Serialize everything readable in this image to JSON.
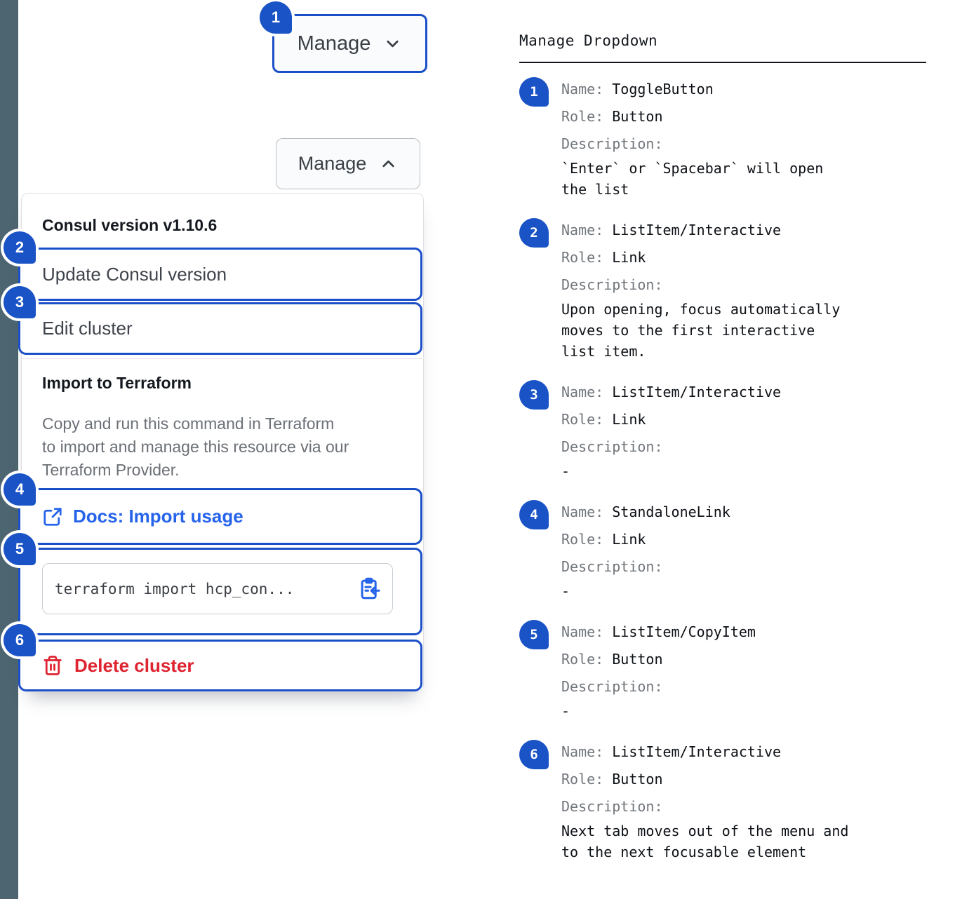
{
  "colors": {
    "accent_blue": "#1a53c6",
    "outline_blue": "#1b4fc7",
    "link_blue": "#2563eb",
    "danger_red": "#df2330",
    "rail_slate": "#4c6570"
  },
  "toggle": {
    "collapsed_label": "Manage",
    "expanded_label": "Manage"
  },
  "dropdown": {
    "version_header": "Consul version v1.10.6",
    "update_item": "Update Consul version",
    "edit_item": "Edit cluster",
    "import_title": "Import to Terraform",
    "import_description": "Copy and run this command in Terraform to import and manage this resource via our Terraform Provider.",
    "docs_link": "Docs: Import usage",
    "code_snippet": "terraform import hcp_con...",
    "delete_item": "Delete cluster"
  },
  "legend": {
    "title": "Manage Dropdown",
    "labels": {
      "name": "Name:",
      "role": "Role:",
      "description": "Description:"
    },
    "items": [
      {
        "num": "1",
        "name": "ToggleButton",
        "role": "Button",
        "description": "`Enter` or `Spacebar` will open the list"
      },
      {
        "num": "2",
        "name": "ListItem/Interactive",
        "role": "Link",
        "description": "Upon opening, focus automatically moves to the first interactive list item."
      },
      {
        "num": "3",
        "name": "ListItem/Interactive",
        "role": "Link",
        "description": "-"
      },
      {
        "num": "4",
        "name": "StandaloneLink",
        "role": "Link",
        "description": "-"
      },
      {
        "num": "5",
        "name": "ListItem/CopyItem",
        "role": "Button",
        "description": "-"
      },
      {
        "num": "6",
        "name": "ListItem/Interactive",
        "role": "Button",
        "description": "Next tab moves out of the menu and to the next focusable element"
      }
    ]
  }
}
